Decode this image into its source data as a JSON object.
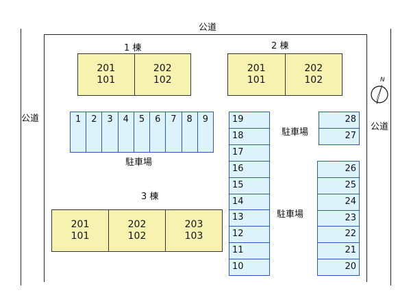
{
  "roads": {
    "top": "公道",
    "left": "公道",
    "right": "公道"
  },
  "buildings": [
    {
      "name": "1 棟",
      "units": [
        [
          "201",
          "101"
        ],
        [
          "202",
          "102"
        ]
      ]
    },
    {
      "name": "2 棟",
      "units": [
        [
          "201",
          "101"
        ],
        [
          "202",
          "102"
        ]
      ]
    },
    {
      "name": "3 棟",
      "units": [
        [
          "201",
          "101"
        ],
        [
          "202",
          "102"
        ],
        [
          "203",
          "103"
        ]
      ]
    }
  ],
  "parking": {
    "label_left": "駐車場",
    "label_mid": "駐車場",
    "label_right": "駐車場",
    "row_top": [
      "1",
      "2",
      "3",
      "4",
      "5",
      "6",
      "7",
      "8",
      "9"
    ],
    "col_center": [
      "19",
      "18",
      "17",
      "16",
      "15",
      "14",
      "13",
      "12",
      "11",
      "10"
    ],
    "col_right_top": [
      "28",
      "27"
    ],
    "col_right": [
      "26",
      "25",
      "24",
      "23",
      "22",
      "21",
      "20"
    ]
  },
  "compass": {
    "label": "N",
    "icon": "north-arrow-icon"
  },
  "colors": {
    "building_fill": "#f8f2b0",
    "parking_fill": "#ddf3fb",
    "parking_border": "#2a58b8"
  }
}
